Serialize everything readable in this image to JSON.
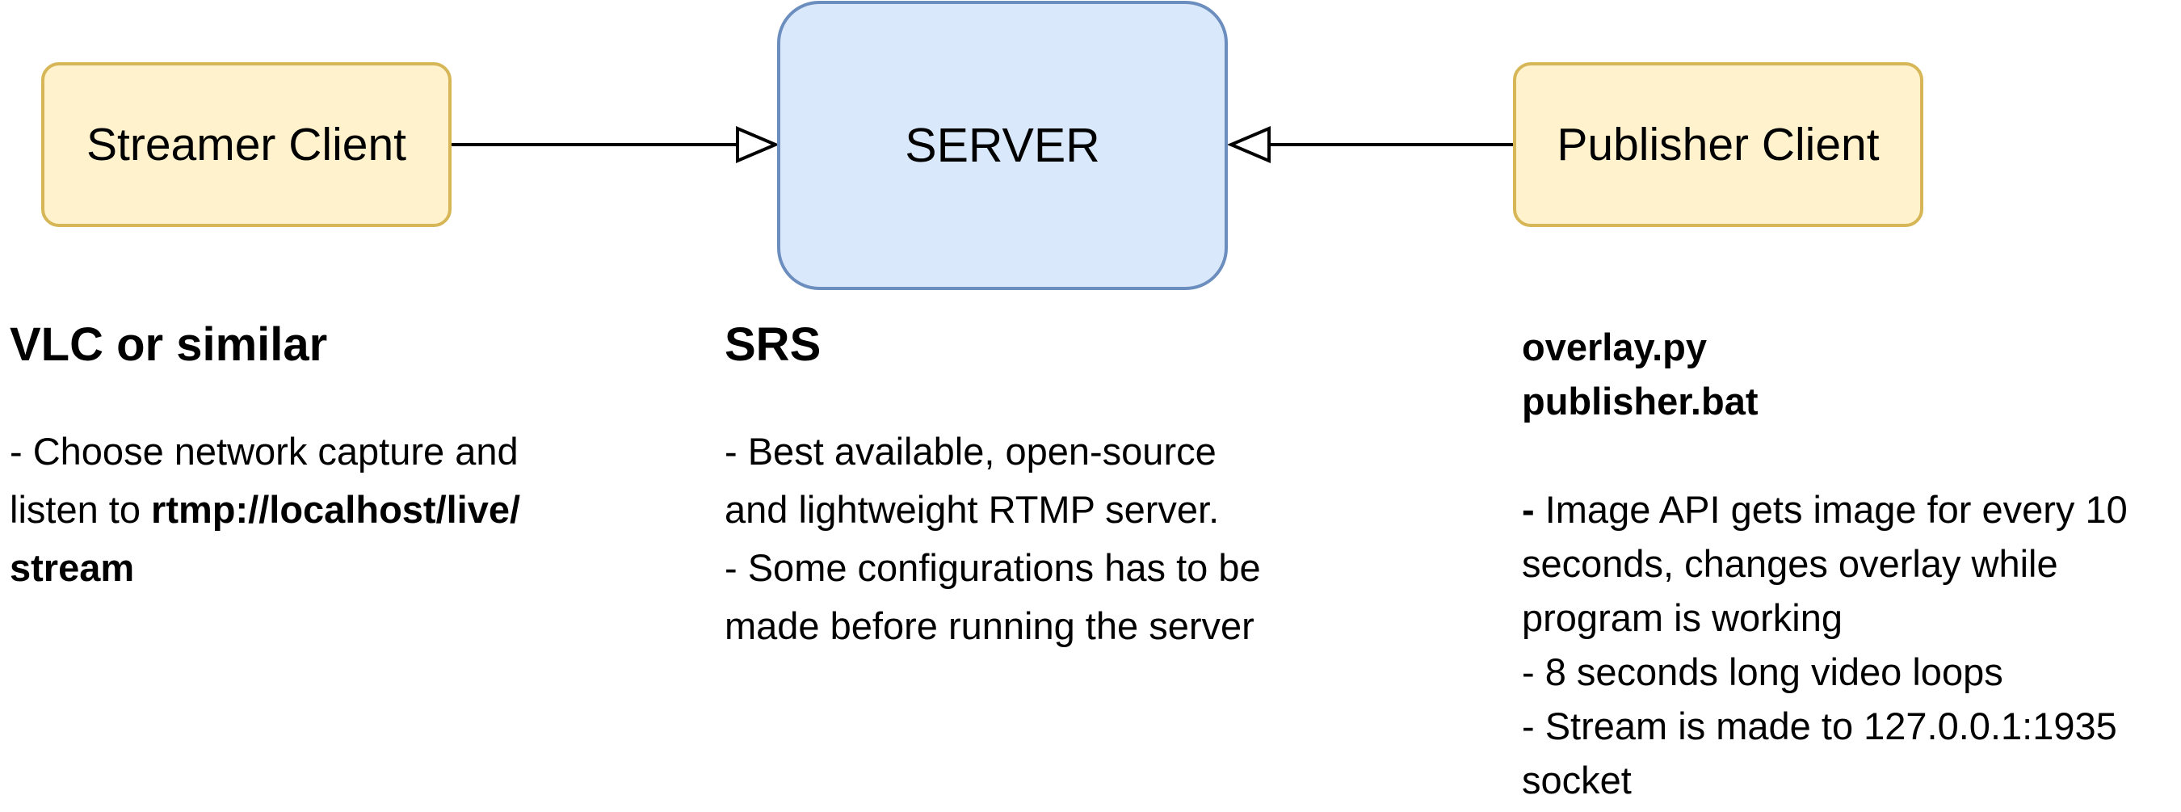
{
  "nodes": {
    "streamer": {
      "label": "Streamer Client"
    },
    "server": {
      "label": "SERVER"
    },
    "publisher": {
      "label": "Publisher Client"
    }
  },
  "edges": [
    {
      "from": "Streamer Client",
      "to": "SERVER"
    },
    {
      "from": "Publisher Client",
      "to": "SERVER"
    }
  ],
  "colors": {
    "client_fill": "#fff2cc",
    "client_stroke": "#d6b656",
    "server_fill": "#dae8fc",
    "server_stroke": "#6c8ebf",
    "edge": "#000000"
  },
  "streamer_notes": {
    "title": "VLC or similar",
    "line1": "- Choose network capture and",
    "line2_prefix": "listen to ",
    "url_part1": "rtmp://localhost/live/",
    "url_part2": "stream"
  },
  "server_notes": {
    "title": "SRS",
    "line1": "- Best available, open-source",
    "line2": "and lightweight RTMP server.",
    "line3": "- Some configurations has to be",
    "line4": "made before running the server"
  },
  "publisher_notes": {
    "file1": "overlay.py",
    "file2": "publisher.bat",
    "dash": "-",
    "line1_rest": " Image API gets image for every 10",
    "line2": "seconds, changes overlay while",
    "line3": "program is working",
    "line4": "- 8 seconds long video loops",
    "line5": "- Stream is made to 127.0.0.1:1935",
    "line6": "socket"
  }
}
